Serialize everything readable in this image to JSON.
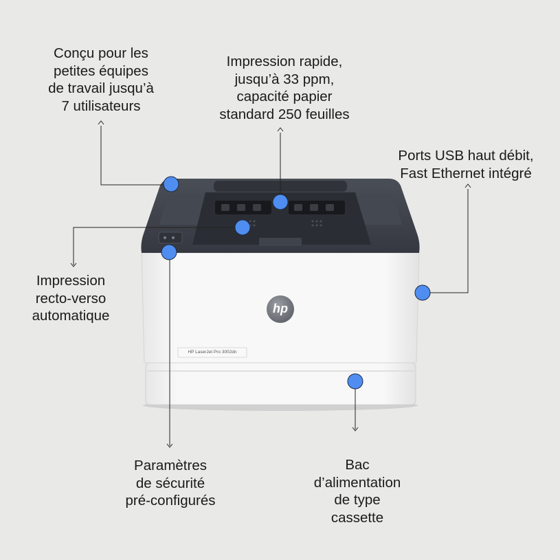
{
  "callouts": {
    "team": [
      "Conçu pour les",
      "petites équipes",
      "de travail jusqu’à",
      "7 utilisateurs"
    ],
    "speed": [
      "Impression rapide,",
      "jusqu’à 33 ppm,",
      "capacité papier",
      "standard 250 feuilles"
    ],
    "ports": [
      "Ports USB haut débit,",
      "Fast Ethernet intégré"
    ],
    "duplex": [
      "Impression",
      "recto-verso",
      "automatique"
    ],
    "security": [
      "Paramètres",
      "de sécurité",
      "pré-configurés"
    ],
    "tray": [
      "Bac",
      "d’alimentation",
      "de type",
      "cassette"
    ]
  },
  "printer": {
    "brand": "hp",
    "model_label": "HP LaserJet Pro 3002dn"
  },
  "colors": {
    "background": "#e9e9e8",
    "hotspot": "#4f8ef0",
    "printer_top": "#3c4048",
    "printer_body": "#f4f5f4"
  },
  "icons": {
    "hotspot": "blue-dot-marker",
    "logo": "hp-logo-icon"
  }
}
